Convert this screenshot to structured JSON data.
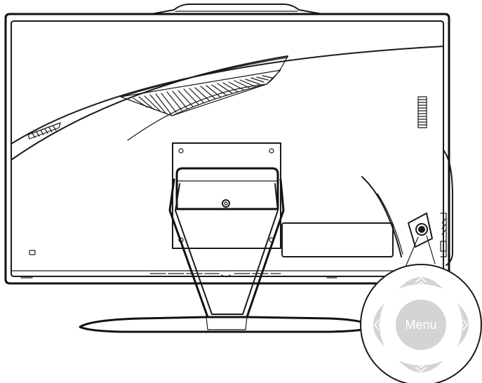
{
  "osd_control": {
    "center_label": "Menu",
    "buttons": [
      "up",
      "down",
      "left",
      "right",
      "menu"
    ]
  },
  "icons": [
    "chevron-up-icon",
    "chevron-down-icon",
    "chevron-left-icon",
    "chevron-right-icon"
  ],
  "colors": {
    "line": "#1a1a1a",
    "button": "#d4d4d4",
    "button_label": "#ffffff"
  }
}
